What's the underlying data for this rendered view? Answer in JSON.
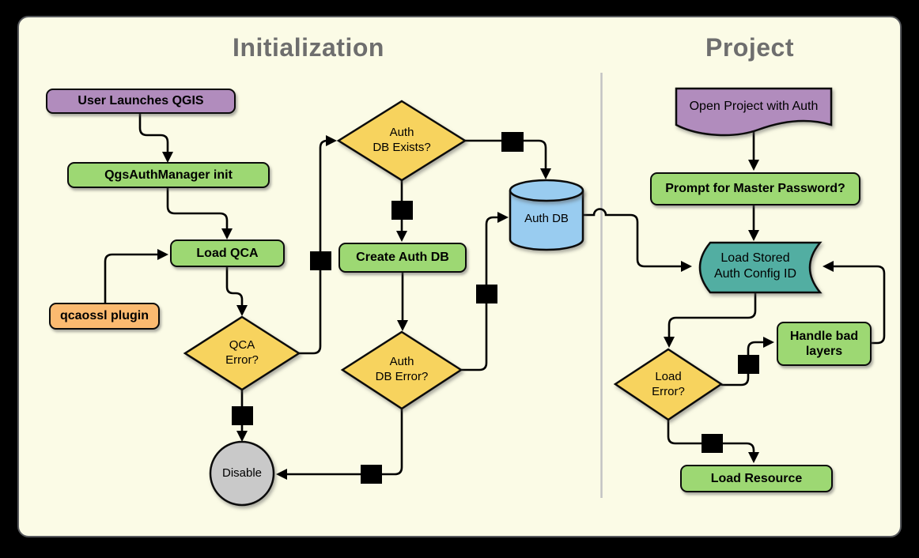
{
  "titles": {
    "initialization": "Initialization",
    "project": "Project"
  },
  "nodes": {
    "user_launches": {
      "label": "User Launches QGIS",
      "type": "process"
    },
    "qgsauthmanager": {
      "label": "QgsAuthManager init",
      "type": "process"
    },
    "load_qca": {
      "label": "Load QCA",
      "type": "process"
    },
    "qcaossl_plugin": {
      "label": "qcaossl plugin",
      "type": "process"
    },
    "qca_error": {
      "label": "QCA\nError?",
      "type": "decision"
    },
    "disable": {
      "label": "Disable",
      "type": "terminator"
    },
    "auth_db_exists": {
      "label": "Auth\nDB Exists?",
      "type": "decision"
    },
    "create_auth_db": {
      "label": "Create Auth DB",
      "type": "process"
    },
    "auth_db_error": {
      "label": "Auth\nDB Error?",
      "type": "decision"
    },
    "auth_db": {
      "label": "Auth DB",
      "type": "database"
    },
    "open_project": {
      "label": "Open Project with Auth",
      "type": "document"
    },
    "prompt_master": {
      "label": "Prompt for Master Password?",
      "type": "process"
    },
    "load_stored": {
      "label": "Load Stored\nAuth Config ID",
      "type": "stored-data"
    },
    "load_error": {
      "label": "Load\nError?",
      "type": "decision"
    },
    "handle_bad_layers": {
      "label": "Handle bad\nlayers",
      "type": "process"
    },
    "load_resource": {
      "label": "Load Resource",
      "type": "process"
    }
  },
  "palette": {
    "background": "#fbfbe6",
    "frame": "#000000",
    "process_green": "#9dd873",
    "start_purple": "#b18cbd",
    "plugin_orange": "#fbba70",
    "decision_yellow": "#f7d35e",
    "database_blue": "#99ccf0",
    "stored_teal": "#52aea2",
    "terminator_gray": "#c9c9c9",
    "title_gray": "#6e6e6e",
    "divider_gray": "#c3c3c3",
    "connector_black": "#000000"
  }
}
